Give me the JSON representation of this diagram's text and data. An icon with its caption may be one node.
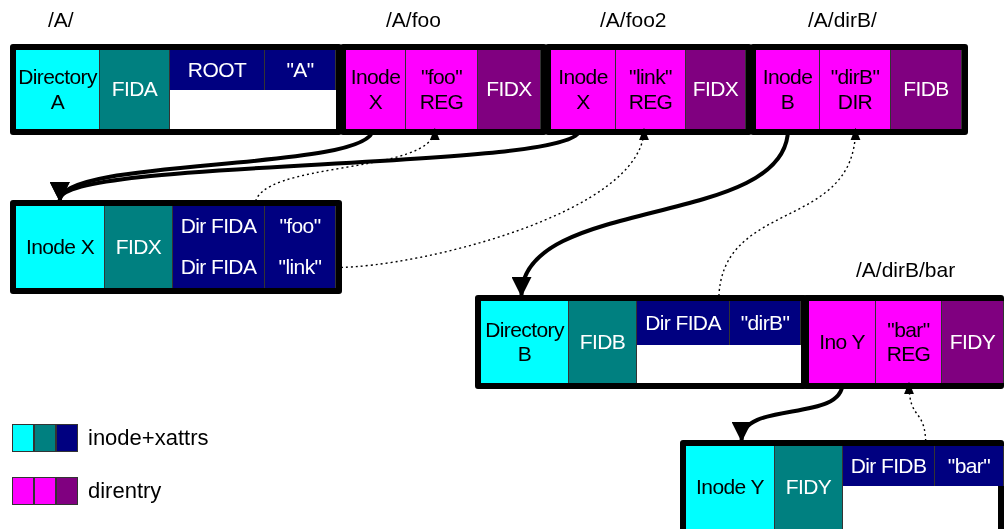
{
  "diagram": {
    "nodes": [
      {
        "text": [
          "/A/"
        ]
      },
      {
        "text": [
          "Directory A"
        ],
        "in": 0
      },
      {
        "text": [
          "FIDA"
        ],
        "in": 0
      },
      {
        "text": [
          "ROOT"
        ],
        "in": 0
      },
      {
        "text": [
          "\"A\""
        ],
        "in": 0
      },
      {
        "text": [
          "/A/foo"
        ]
      },
      {
        "text": [
          "Inode X"
        ],
        "in": 5
      },
      {
        "text": [
          "\"foo\" REG"
        ],
        "in": 5
      },
      {
        "text": [
          "FIDX"
        ],
        "in": 5
      },
      {
        "text": [
          "/A/foo2"
        ]
      },
      {
        "text": [
          "Inode X"
        ],
        "in": 9
      },
      {
        "text": [
          "\"link\" REG"
        ],
        "in": 9
      },
      {
        "text": [
          "FIDX"
        ],
        "in": 9
      },
      {
        "text": [
          "/A/dirB/"
        ]
      },
      {
        "text": [
          "Inode B"
        ],
        "in": 13
      },
      {
        "text": [
          "\"dirB\" DIR"
        ],
        "in": 13
      },
      {
        "text": [
          "FIDB"
        ],
        "in": 13
      },
      {
        "text": [],
        "shape": "box"
      },
      {
        "text": [
          "Inode X"
        ],
        "in": 17
      },
      {
        "text": [
          "FIDX"
        ],
        "in": 17
      },
      {
        "text": [
          "Dir FIDA"
        ],
        "in": 17
      },
      {
        "text": [
          "\"foo\""
        ],
        "in": 17
      },
      {
        "text": [
          "Dir FIDA"
        ],
        "in": 17
      },
      {
        "text": [
          "\"link\""
        ],
        "in": 17
      },
      {
        "text": [],
        "shape": "box"
      },
      {
        "text": [
          "Directory B"
        ],
        "in": 24
      },
      {
        "text": [
          "FIDB"
        ],
        "in": 24
      },
      {
        "text": [
          "Dir FIDA"
        ],
        "in": 24
      },
      {
        "text": [
          "\"dirB\""
        ],
        "in": 24
      },
      {
        "text": [
          "/A/dirB/bar"
        ]
      },
      {
        "text": [
          "Ino Y"
        ],
        "in": 29
      },
      {
        "text": [
          "\"bar\" REG"
        ],
        "in": 29
      },
      {
        "text": [
          "FIDY"
        ],
        "in": 29
      },
      {
        "text": [],
        "shape": "box"
      },
      {
        "text": [
          "Inode Y"
        ],
        "in": 33
      },
      {
        "text": [
          "FIDY"
        ],
        "in": 33
      },
      {
        "text": [
          "Dir FIDB"
        ],
        "in": 33
      },
      {
        "text": [
          "\"bar\""
        ],
        "in": 33
      }
    ],
    "edges": [
      {
        "from": 6,
        "to": 17,
        "arrow": "to",
        "style": "thick"
      },
      {
        "from": 10,
        "to": 17,
        "arrow": "to",
        "style": "thick"
      },
      {
        "from": 20,
        "to": 7,
        "arrow": "to",
        "style": "dashed"
      },
      {
        "from": 23,
        "to": 11,
        "arrow": "to",
        "style": "dashed"
      },
      {
        "from": 14,
        "to": 24,
        "arrow": "to",
        "style": "thick"
      },
      {
        "from": 27,
        "to": 15,
        "arrow": "to",
        "style": "dashed"
      },
      {
        "from": 30,
        "to": 33,
        "arrow": "to",
        "style": "thick"
      },
      {
        "from": 36,
        "to": 31,
        "arrow": "to",
        "style": "dashed"
      }
    ],
    "legend": [
      {
        "text": "inode+xattrs"
      },
      {
        "text": "direntry"
      }
    ]
  }
}
